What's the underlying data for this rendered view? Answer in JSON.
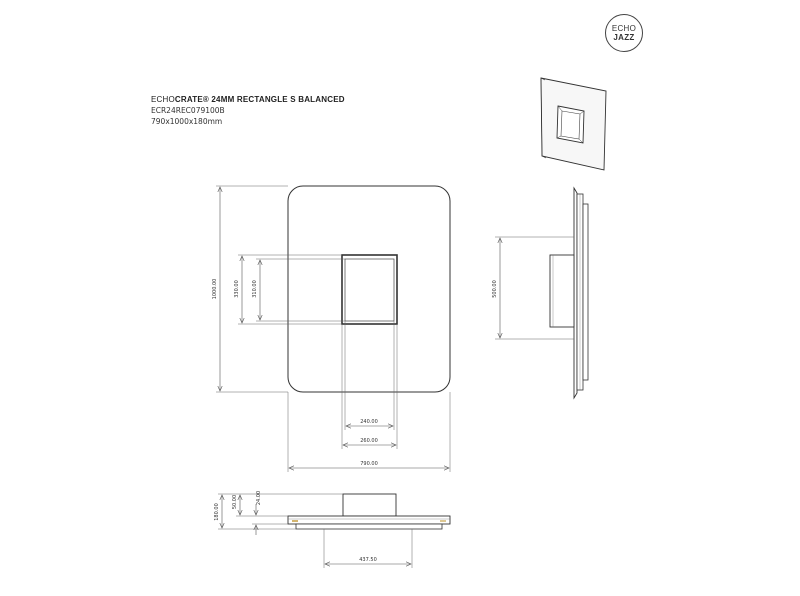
{
  "logo": {
    "line1": "ECHO",
    "line2": "JAZZ"
  },
  "title": {
    "brand_light": "ECHO",
    "brand_bold": "CRATE®",
    "product": " 24MM RECTANGLE S BALANCED",
    "code": "ECR24REC079100B",
    "size": "790x1000x180mm"
  },
  "dimensions": {
    "height_total": "1000.00",
    "window_h_inner": "330.00",
    "window_h_outer": "310.00",
    "window_w_inner": "240.00",
    "window_w_outer": "260.00",
    "width_total": "790.00",
    "side_height": "500.00",
    "depth_total": "180.00",
    "depth_box": "50.00",
    "depth_panel": "24.00",
    "bottom_width": "437.50"
  },
  "colors": {
    "line": "#333333",
    "dim": "#555555",
    "accent": "#c8a24a"
  }
}
